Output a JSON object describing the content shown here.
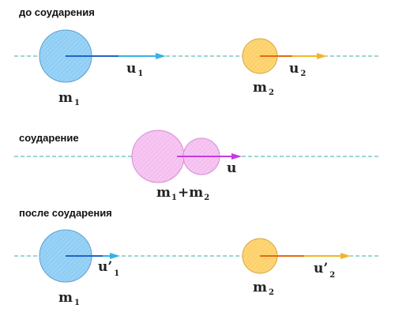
{
  "sections": {
    "before": {
      "title": "до соударения"
    },
    "collision": {
      "title": "соударение"
    },
    "after": {
      "title": "после соударения"
    }
  },
  "labels": {
    "m": "m",
    "u": "u",
    "u_prime": "u’",
    "plus": "+",
    "sub1": "1",
    "sub2": "2"
  },
  "colors": {
    "ball1_fill": "#99d3f7",
    "ball1_stroke": "#5f9fcf",
    "ball2_fill": "#ffd676",
    "ball2_stroke": "#d8a843",
    "merged_fill": "#f7c7f2",
    "merged_stroke": "#d48bd6",
    "line": "#3aaea3",
    "arrow_blue": "#1e66c6",
    "arrow_blue_light": "#35b2e6",
    "arrow_orange": "#e66a10",
    "arrow_yellow": "#f1b52c",
    "arrow_magenta": "#c43be0"
  }
}
